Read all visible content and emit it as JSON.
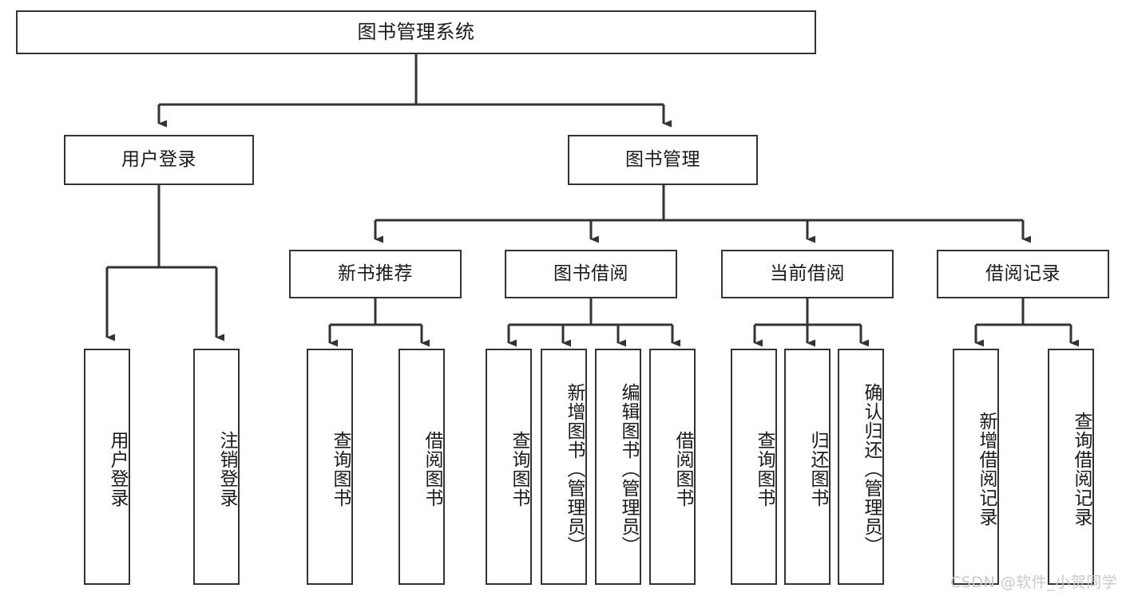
{
  "diagram": {
    "type": "tree-hierarchy-chart",
    "title": "图书管理系统",
    "stroke_color": "#333333",
    "background_color": "#ffffff",
    "watermark": "CSDN @软件_小贺同学",
    "levels": {
      "level1": [
        "图书管理系统"
      ],
      "level2": [
        "用户登录",
        "图书管理"
      ],
      "level3": [
        "新书推荐",
        "图书借阅",
        "当前借阅",
        "借阅记录"
      ],
      "level4": [
        "用户登录",
        "注销登录",
        "查询图书",
        "借阅图书",
        "查询图书",
        "新增图书（管理员）",
        "编辑图书（管理员）",
        "借阅图书",
        "查询图书",
        "归还图书",
        "确认归还（管理员）",
        "新增借阅记录",
        "查询借阅记录"
      ]
    },
    "nodes": {
      "root": {
        "label": "图书管理系统"
      },
      "user_login": {
        "label": "用户登录"
      },
      "book_manage": {
        "label": "图书管理"
      },
      "new_book_rec": {
        "label": "新书推荐"
      },
      "book_borrow": {
        "label": "图书借阅"
      },
      "current_borrow": {
        "label": "当前借阅"
      },
      "borrow_record": {
        "label": "借阅记录"
      },
      "leaf_user_login": {
        "label": "用户登录"
      },
      "leaf_logout": {
        "label": "注销登录"
      },
      "leaf_query_book_1": {
        "label": "查询图书"
      },
      "leaf_borrow_book_1": {
        "label": "借阅图书"
      },
      "leaf_query_book_2": {
        "label": "查询图书"
      },
      "leaf_add_book": {
        "label": "新增图书（管理员）"
      },
      "leaf_edit_book": {
        "label": "编辑图书（管理员）"
      },
      "leaf_borrow_book_2": {
        "label": "借阅图书"
      },
      "leaf_query_book_3": {
        "label": "查询图书"
      },
      "leaf_return_book": {
        "label": "归还图书"
      },
      "leaf_confirm_return": {
        "label": "确认归还（管理员）"
      },
      "leaf_add_record": {
        "label": "新增借阅记录"
      },
      "leaf_query_record": {
        "label": "查询借阅记录"
      }
    },
    "relations": [
      {
        "from": "图书管理系统",
        "to": "用户登录"
      },
      {
        "from": "图书管理系统",
        "to": "图书管理"
      },
      {
        "from": "用户登录",
        "to": "用户登录"
      },
      {
        "from": "用户登录",
        "to": "注销登录"
      },
      {
        "from": "图书管理",
        "to": "新书推荐"
      },
      {
        "from": "图书管理",
        "to": "图书借阅"
      },
      {
        "from": "图书管理",
        "to": "当前借阅"
      },
      {
        "from": "图书管理",
        "to": "借阅记录"
      },
      {
        "from": "新书推荐",
        "to": "查询图书"
      },
      {
        "from": "新书推荐",
        "to": "借阅图书"
      },
      {
        "from": "图书借阅",
        "to": "查询图书"
      },
      {
        "from": "图书借阅",
        "to": "新增图书（管理员）"
      },
      {
        "from": "图书借阅",
        "to": "编辑图书（管理员）"
      },
      {
        "from": "图书借阅",
        "to": "借阅图书"
      },
      {
        "from": "当前借阅",
        "to": "查询图书"
      },
      {
        "from": "当前借阅",
        "to": "归还图书"
      },
      {
        "from": "当前借阅",
        "to": "确认归还（管理员）"
      },
      {
        "from": "借阅记录",
        "to": "新增借阅记录"
      },
      {
        "from": "借阅记录",
        "to": "查询借阅记录"
      }
    ]
  }
}
